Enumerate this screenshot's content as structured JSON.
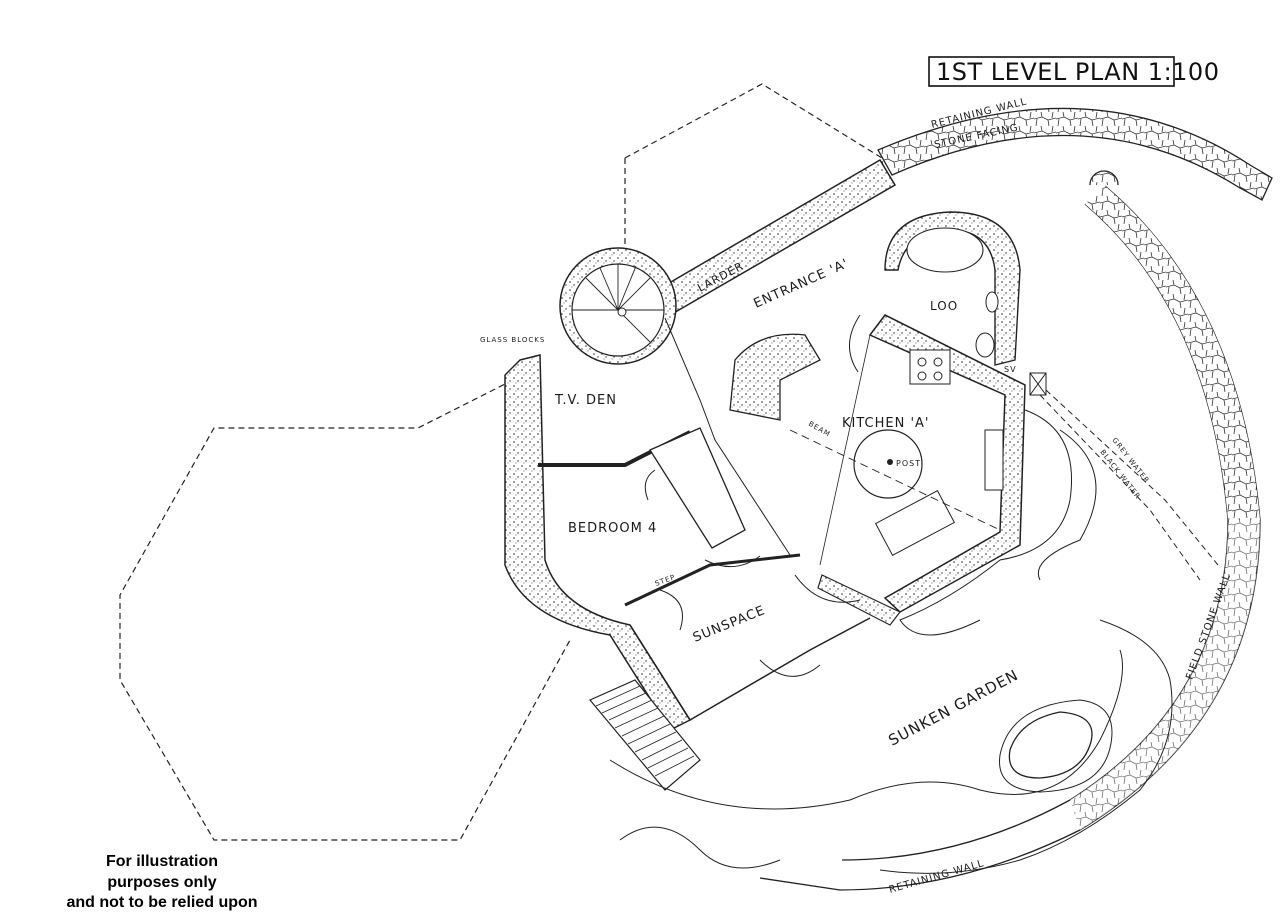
{
  "plan": {
    "title": "1ST LEVEL PLAN 1:100",
    "rooms": {
      "entrance": "ENTRANCE 'A'",
      "larder": "LARDER",
      "loo": "LOO",
      "tv_den": "T.V. DEN",
      "kitchen": "KITCHEN 'A'",
      "bedroom": "BEDROOM 4",
      "sunspace": "SUNSPACE",
      "sunken_garden": "SUNKEN GARDEN"
    },
    "annotations": {
      "retaining_wall_top": "RETAINING WALL",
      "stone_facing": "STONE FACING",
      "retaining_wall_bottom": "RETAINING WALL",
      "field_stone_wall": "FIELD STONE WALL",
      "glass_blocks": "GLASS BLOCKS",
      "post": "POST",
      "beam": "BEAM",
      "grey_water": "GREY WATER",
      "black_water": "BLACK WATER",
      "sv": "SV",
      "step": "STEP"
    }
  },
  "disclaimer": {
    "line1": "For illustration",
    "line2": "purposes only",
    "line3": "and not to be relied upon"
  },
  "colors": {
    "ink": "#1a1a1a",
    "paper": "#ffffff"
  }
}
